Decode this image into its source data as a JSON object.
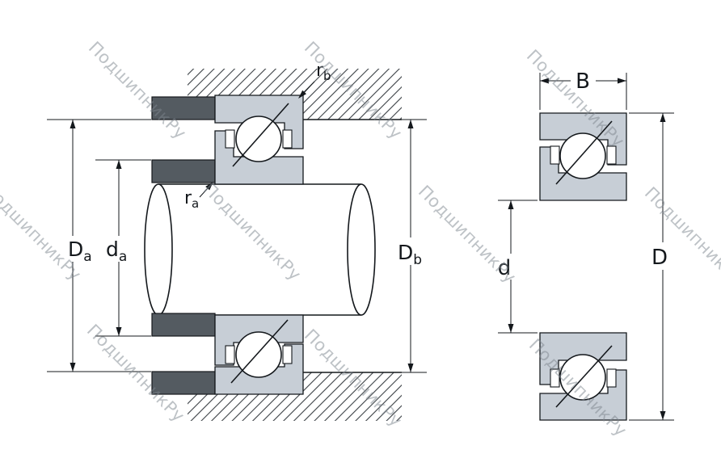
{
  "watermark": {
    "text": "ПодшипникРу"
  },
  "dimensions": {
    "left_view": {
      "Da": {
        "base": "D",
        "sub": "a"
      },
      "da": {
        "base": "d",
        "sub": "a"
      },
      "Db": {
        "base": "D",
        "sub": "b"
      },
      "ra": {
        "base": "r",
        "sub": "a"
      },
      "rb": {
        "base": "r",
        "sub": "b"
      }
    },
    "right_view": {
      "B": "B",
      "D": "D",
      "d": "d"
    }
  },
  "colors": {
    "line": "#14181c",
    "ring": "#c7ced6",
    "block": "#545b61",
    "watermark": "#7e868e",
    "background": "#ffffff"
  }
}
